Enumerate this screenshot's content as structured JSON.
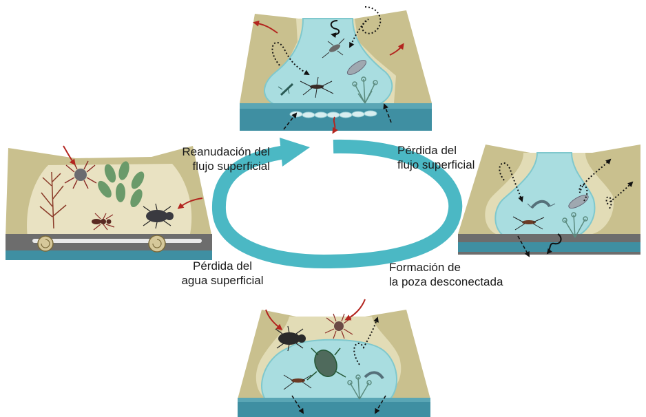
{
  "labels": {
    "rewetting": {
      "line1": "Reanudación del",
      "line2": "flujo superficial"
    },
    "flow_loss": {
      "line1": "Pérdida del",
      "line2": "flujo superficial"
    },
    "pool_formation": {
      "line1": "Formación de",
      "line2": "la poza desconectada"
    },
    "water_loss": {
      "line1": "Pérdida del",
      "line2": "agua superficial"
    }
  },
  "colors": {
    "cycle_arrow": "#4bb8c4",
    "bank": "#c9c08e",
    "bank_dark": "#b5ab73",
    "inner_bank": "#e2dcb6",
    "dry_bed": "#ece6c8",
    "water": "#a9dde0",
    "water_edge": "#7fc8cd",
    "groundwater": "#3f8fa2",
    "sediment_dark": "#6d6d6d",
    "red_arrow": "#b3251f"
  },
  "panels": [
    {
      "name": "flowing-stream-panel",
      "state": "connected flow"
    },
    {
      "name": "disconnected-pool-panel",
      "state": "isolated pool"
    },
    {
      "name": "drying-pool-panel",
      "state": "contracting pool"
    },
    {
      "name": "dry-bed-panel",
      "state": "dry riverbed"
    }
  ]
}
